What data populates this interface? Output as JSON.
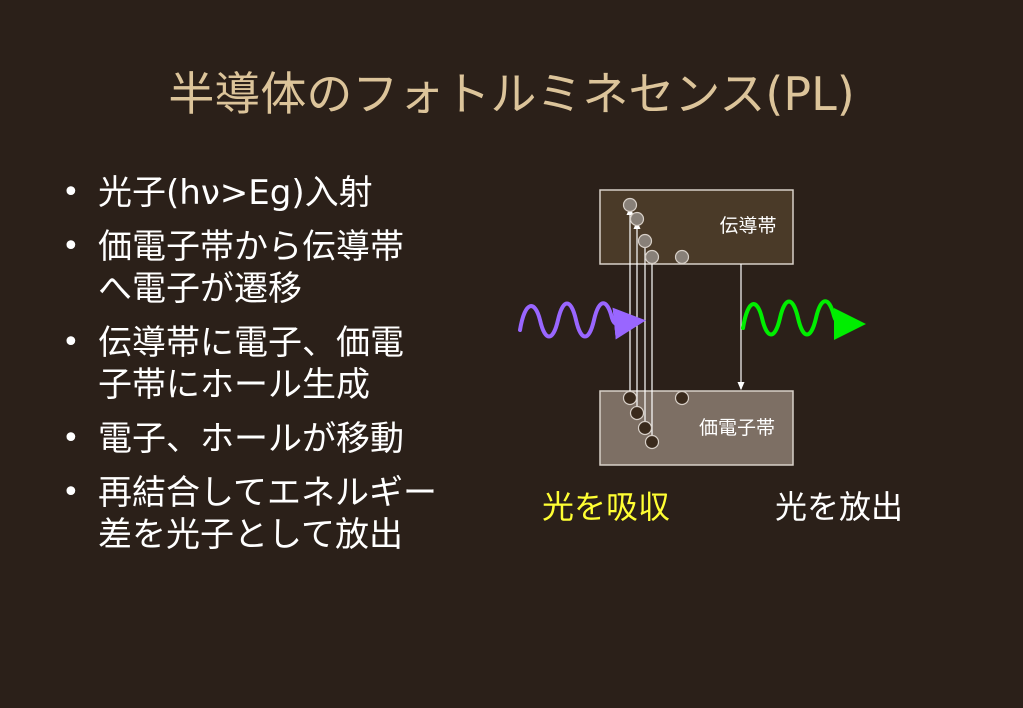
{
  "title": "半導体のフォトルミネセンス(PL)",
  "bullets": [
    {
      "lines": [
        "光子(hν>Eg)入射"
      ]
    },
    {
      "lines": [
        "価電子帯から伝導帯",
        "へ電子が遷移"
      ]
    },
    {
      "lines": [
        "伝導帯に電子、価電",
        "子帯にホール生成"
      ]
    },
    {
      "lines": [
        "電子、ホールが移動"
      ]
    },
    {
      "lines": [
        "再結合してエネルギー",
        "差を光子として放出"
      ]
    }
  ],
  "bullet_symbol": "•",
  "diagram": {
    "conduction_band_label": "伝導帯",
    "valence_band_label": "価電子帯",
    "absorb_caption": "光を吸収",
    "emit_caption": "光を放出",
    "colors": {
      "conduction_band_fill": "#4a3a28",
      "valence_band_fill": "#7d6f64",
      "band_border": "#d8d0c8",
      "electron": "#888078",
      "hole": "#3a2a1c",
      "absorb_wave": "#9966ff",
      "emit_wave": "#00ee00",
      "absorb_caption": "#ffff33",
      "title": "#dcc49a",
      "background": "#2b2019"
    }
  }
}
